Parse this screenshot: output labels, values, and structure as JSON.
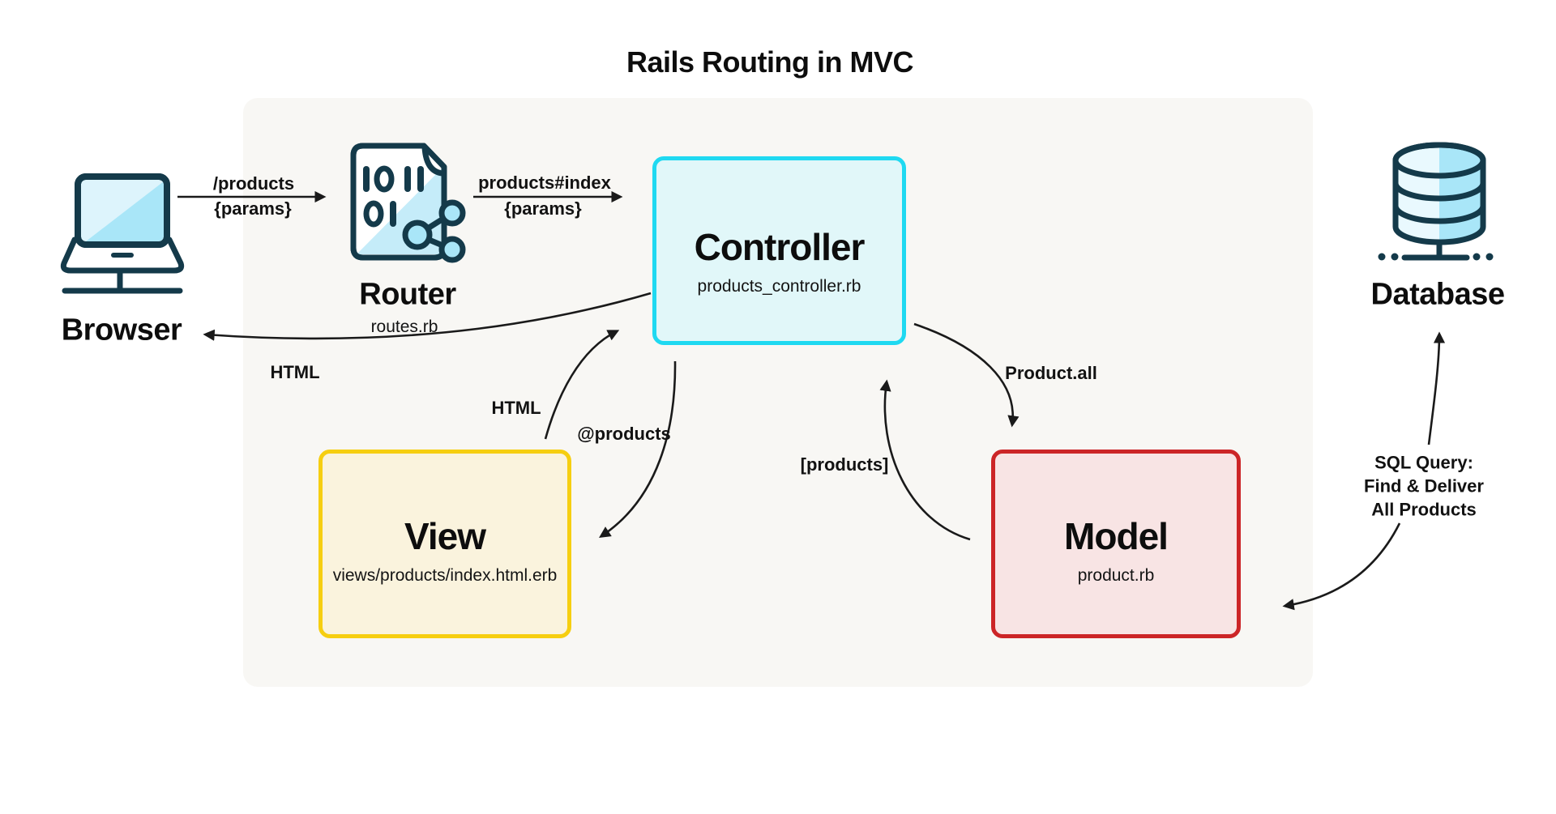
{
  "title": "Rails Routing in MVC",
  "colors": {
    "canvas_bg": "#ffffff",
    "panel_bg": "#f8f7f4",
    "text": "#0d0d0d",
    "arrow": "#1a1a1a",
    "icon_outline": "#143a4a",
    "icon_fill_light": "#ddf4fc",
    "icon_fill_medium": "#a9e6f8",
    "controller_border": "#1fd9f1",
    "controller_bg": "#e1f7f9",
    "view_border": "#f6ce10",
    "view_bg": "#faf3dd",
    "model_border": "#cc2527",
    "model_bg": "#f8e4e4"
  },
  "nodes": {
    "browser": {
      "label": "Browser"
    },
    "router": {
      "label": "Router",
      "sublabel": "routes.rb"
    },
    "controller": {
      "label": "Controller",
      "sublabel": "products_controller.rb"
    },
    "view": {
      "label": "View",
      "sublabel": "views/products/index.html.erb"
    },
    "model": {
      "label": "Model",
      "sublabel": "product.rb"
    },
    "database": {
      "label": "Database"
    }
  },
  "edges": {
    "browser_to_router": {
      "line1": "/products",
      "line2": "{params}"
    },
    "router_to_controller": {
      "line1": "products#index",
      "line2": "{params}"
    },
    "controller_to_browser": {
      "label": "HTML"
    },
    "view_to_controller": {
      "label": "HTML"
    },
    "controller_to_view": {
      "label": "@products"
    },
    "model_to_controller": {
      "label": "[products]"
    },
    "controller_to_model": {
      "label": "Product.all"
    },
    "model_to_database": {
      "lines": [
        "SQL Query:",
        "Find & Deliver",
        "All Products"
      ]
    }
  }
}
